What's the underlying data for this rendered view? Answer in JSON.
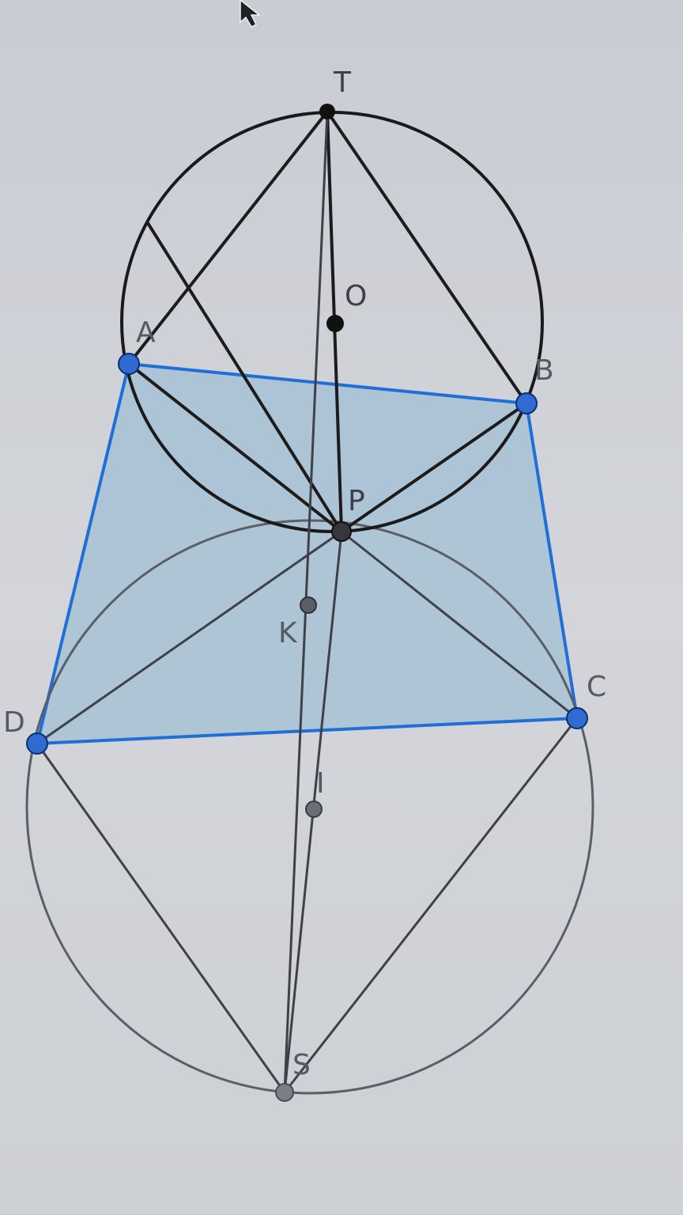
{
  "cursor": "pointer-icon",
  "colors": {
    "quad_fill": "#8fb8d4",
    "quad_edge": "#1f6fd6",
    "circle_upper": "#1a1a1a",
    "circle_lower": "#4b4f57",
    "point_blue": "#2f6bd1",
    "point_gray": "#5a5e66",
    "point_black": "#111111"
  },
  "points": {
    "T": {
      "label": "T"
    },
    "O": {
      "label": "O"
    },
    "A": {
      "label": "A"
    },
    "B": {
      "label": "B"
    },
    "P": {
      "label": "P"
    },
    "K": {
      "label": "K"
    },
    "C": {
      "label": "C"
    },
    "D": {
      "label": "D"
    },
    "I": {
      "label": "I"
    },
    "S": {
      "label": "S"
    }
  }
}
